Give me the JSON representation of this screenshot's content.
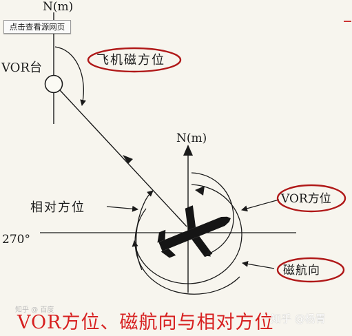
{
  "toolbar": {
    "view_source_label": "点击查看源网页"
  },
  "diagram": {
    "north_top": "N(m)",
    "vor_station": "VOR台",
    "aircraft_magnetic_bearing": "飞机磁方位",
    "north_aircraft": "N(m)",
    "relative_bearing": "相对方位",
    "vor_bearing": "VOR方位",
    "angle_270": "270°",
    "magnetic_heading": "磁航向"
  },
  "caption": "VOR方位、磁航向与相对方位",
  "watermark": {
    "left": "知乎 @ 百度",
    "right": "知乎 @杨胃"
  },
  "colors": {
    "ink": "#1a1a1a",
    "highlight": "#b01818",
    "caption": "#d72020",
    "paper": "#f7f5ee"
  }
}
